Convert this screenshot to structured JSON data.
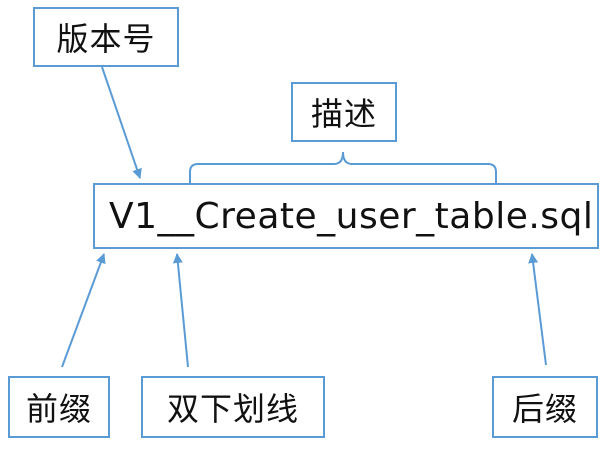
{
  "labels": {
    "version": "版本号",
    "description": "描述",
    "prefix": "前缀",
    "separator": "双下划线",
    "suffix": "后缀"
  },
  "filename": "V1__Create_user_table.sql",
  "colors": {
    "line": "#5b9bd5",
    "box_border": "#5b9bd5",
    "text": "#111111"
  }
}
